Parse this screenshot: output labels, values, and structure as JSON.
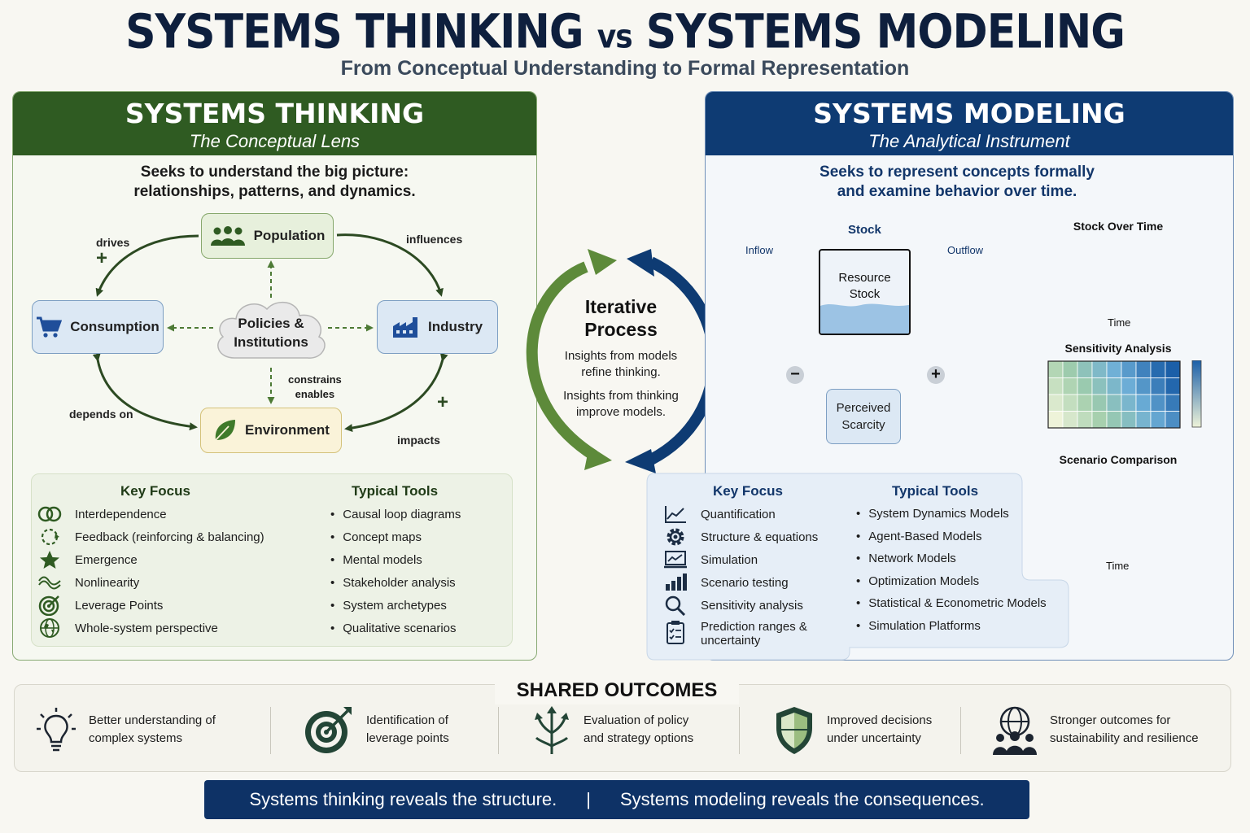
{
  "title": {
    "part1": "SYSTEMS THINKING",
    "vs": "vs",
    "part2": "SYSTEMS MODELING"
  },
  "subtitle": "From Conceptual Understanding to Formal Representation",
  "thinking": {
    "header": "SYSTEMS THINKING",
    "subheader": "The Conceptual Lens",
    "lead_line1": "Seeks to understand the big picture:",
    "lead_line2": "relationships, patterns, and dynamics.",
    "nodes": {
      "population": "Population",
      "consumption": "Consumption",
      "industry": "Industry",
      "environment": "Environment",
      "policies_line1": "Policies &",
      "policies_line2": "Institutions"
    },
    "edges": {
      "drives": "drives",
      "influences": "influences",
      "depends_on": "depends on",
      "impacts": "impacts",
      "constrains": "constrains",
      "enables": "enables",
      "plus": "+"
    },
    "key_focus_title": "Key Focus",
    "key_focus": [
      {
        "icon": "interlocking-rings-icon",
        "label": "Interdependence"
      },
      {
        "icon": "feedback-loop-icon",
        "label": "Feedback (reinforcing & balancing)"
      },
      {
        "icon": "star-icon",
        "label": "Emergence"
      },
      {
        "icon": "wave-icon",
        "label": "Nonlinearity"
      },
      {
        "icon": "target-icon",
        "label": "Leverage Points"
      },
      {
        "icon": "globe-icon",
        "label": "Whole-system perspective"
      }
    ],
    "tools_title": "Typical Tools",
    "tools": [
      "Causal loop diagrams",
      "Concept maps",
      "Mental models",
      "Stakeholder analysis",
      "System archetypes",
      "Qualitative scenarios"
    ]
  },
  "iterative": {
    "title_line1": "Iterative",
    "title_line2": "Process",
    "text1_line1": "Insights from models",
    "text1_line2": "refine thinking.",
    "text2_line1": "Insights from thinking",
    "text2_line2": "improve models."
  },
  "modeling": {
    "header": "SYSTEMS MODELING",
    "subheader": "The Analytical Instrument",
    "lead_line1": "Seeks to represent concepts formally",
    "lead_line2": "and examine behavior over time.",
    "stock_label": "Stock",
    "inflow": "Inflow",
    "outflow": "Outflow",
    "resource_line1": "Resource",
    "resource_line2": "Stock",
    "perceived_line1": "Perceived",
    "perceived_line2": "Scarcity",
    "minus": "−",
    "plus": "+",
    "charts": {
      "stock_over_time": "Stock Over Time",
      "time": "Time",
      "sensitivity": "Sensitivity Analysis",
      "scenario": "Scenario Comparison"
    },
    "key_focus_title": "Key Focus",
    "key_focus": [
      {
        "icon": "trend-line-icon",
        "label": "Quantification"
      },
      {
        "icon": "gear-icon",
        "label": "Structure & equations"
      },
      {
        "icon": "monitor-icon",
        "label": "Simulation"
      },
      {
        "icon": "bar-chart-icon",
        "label": "Scenario testing"
      },
      {
        "icon": "magnifier-icon",
        "label": "Sensitivity analysis"
      },
      {
        "icon": "clipboard-icon",
        "label": "Prediction ranges &",
        "label2": "uncertainty"
      }
    ],
    "tools_title": "Typical Tools",
    "tools": [
      "System Dynamics Models",
      "Agent-Based Models",
      "Network Models",
      "Optimization Models",
      "Statistical & Econometric Models",
      "Simulation Platforms"
    ]
  },
  "shared": {
    "title": "SHARED OUTCOMES",
    "outcomes": [
      {
        "icon": "lightbulb-icon",
        "line1": "Better understanding of",
        "line2": "complex systems"
      },
      {
        "icon": "target-arrow-icon",
        "line1": "Identification of",
        "line2": "leverage points"
      },
      {
        "icon": "branching-arrows-icon",
        "line1": "Evaluation of policy",
        "line2": "and strategy options"
      },
      {
        "icon": "shield-icon",
        "line1": "Improved decisions",
        "line2": "under uncertainty"
      },
      {
        "icon": "globe-people-icon",
        "line1": "Stronger outcomes for",
        "line2": "sustainability and resilience"
      }
    ]
  },
  "footer": {
    "left": "Systems thinking reveals the structure.",
    "sep": "|",
    "right": "Systems modeling reveals the consequences."
  },
  "colors": {
    "green_header": "#2f5b22",
    "blue_header": "#0e3b73",
    "green_arrow": "#5d8a3a",
    "blue_arrow": "#0e3b73",
    "dark_arrow": "#2c4a22"
  }
}
